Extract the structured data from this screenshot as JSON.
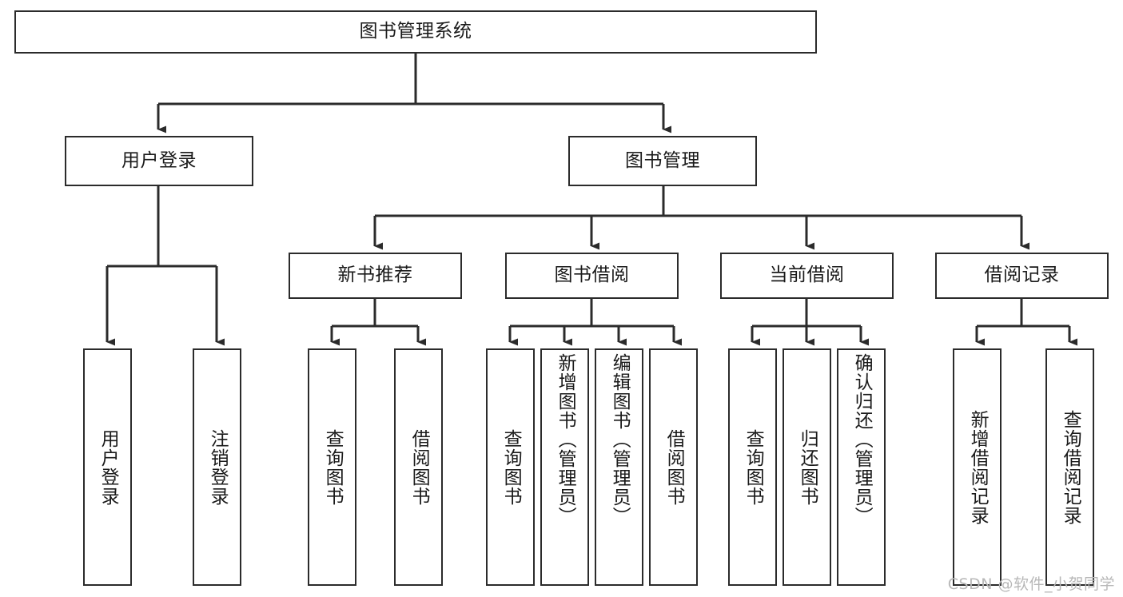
{
  "diagram": {
    "title": "图书管理系统",
    "type": "tree-hierarchy-diagram",
    "root": {
      "id": "root",
      "label": "图书管理系统"
    },
    "level2": [
      {
        "id": "user-login",
        "label": "用户登录"
      },
      {
        "id": "book-manage",
        "label": "图书管理"
      }
    ],
    "level3": [
      {
        "id": "new-book-recommend",
        "label": "新书推荐",
        "parent": "book-manage"
      },
      {
        "id": "book-borrow",
        "label": "图书借阅",
        "parent": "book-manage"
      },
      {
        "id": "current-borrow",
        "label": "当前借阅",
        "parent": "book-manage"
      },
      {
        "id": "borrow-record",
        "label": "借阅记录",
        "parent": "book-manage"
      }
    ],
    "leaves": {
      "user_login": [
        {
          "id": "leaf-user-login",
          "label": "用户登录"
        },
        {
          "id": "leaf-user-logout",
          "label": "注销登录"
        }
      ],
      "new_book_recommend": [
        {
          "id": "leaf-query-book-1",
          "label": "查询图书"
        },
        {
          "id": "leaf-borrow-book-1",
          "label": "借阅图书"
        }
      ],
      "book_borrow": [
        {
          "id": "leaf-query-book-2",
          "label": "查询图书"
        },
        {
          "id": "leaf-add-book",
          "label": "新增图书（管理员）"
        },
        {
          "id": "leaf-edit-book",
          "label": "编辑图书（管理员）"
        },
        {
          "id": "leaf-borrow-book-2",
          "label": "借阅图书"
        }
      ],
      "current_borrow": [
        {
          "id": "leaf-query-book-3",
          "label": "查询图书"
        },
        {
          "id": "leaf-return-book",
          "label": "归还图书"
        },
        {
          "id": "leaf-confirm-return",
          "label": "确认归还（管理员）"
        }
      ],
      "borrow_record": [
        {
          "id": "leaf-add-record",
          "label": "新增借阅记录"
        },
        {
          "id": "leaf-query-record",
          "label": "查询借阅记录"
        }
      ]
    },
    "colors": {
      "stroke": "#2b2b2b",
      "fill": "#ffffff",
      "text": "#1a1a1a",
      "watermark": "#b8b8b8"
    }
  },
  "watermark": {
    "text": "CSDN @软件_小贺同学"
  }
}
